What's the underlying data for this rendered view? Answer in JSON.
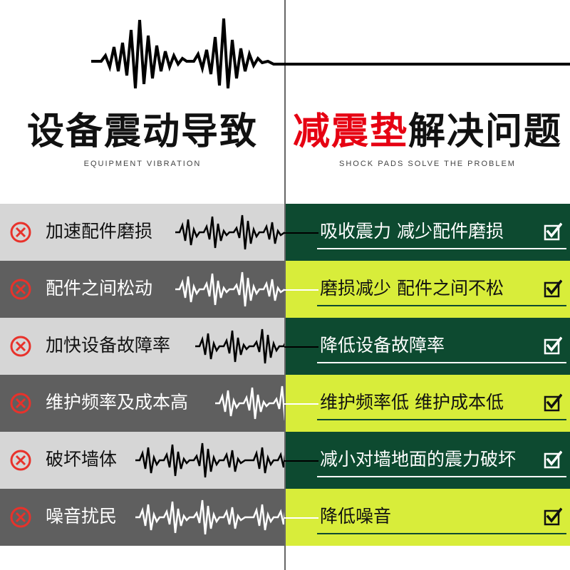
{
  "header": {
    "left_title": "设备震动导致",
    "left_subtitle": "EQUIPMENT VIBRATION",
    "right_title_highlight": "减震垫",
    "right_title_rest": "解决问题",
    "right_subtitle": "SHOCK PADS SOLVE THE PROBLEM"
  },
  "colors": {
    "highlight_red": "#e60012",
    "dark_green": "#0d4a30",
    "lime": "#d8ed3a",
    "light_gray": "#d6d6d6",
    "dark_gray": "#5f5f5f",
    "x_icon_red": "#e8322b"
  },
  "icons": {
    "problem": "x-circle-icon",
    "solution": "checkbox-check-icon",
    "wave": "vibration-wave-icon"
  },
  "rows": [
    {
      "problem": "加速配件磨损",
      "solution": "吸收震力 减少配件磨损"
    },
    {
      "problem": "配件之间松动",
      "solution": "磨损减少 配件之间不松"
    },
    {
      "problem": "加快设备故障率",
      "solution": "降低设备故障率"
    },
    {
      "problem": "维护频率及成本高",
      "solution": "维护频率低 维护成本低"
    },
    {
      "problem": "破坏墙体",
      "solution": "减小对墙地面的震力破坏"
    },
    {
      "problem": "噪音扰民",
      "solution": "降低噪音"
    }
  ]
}
